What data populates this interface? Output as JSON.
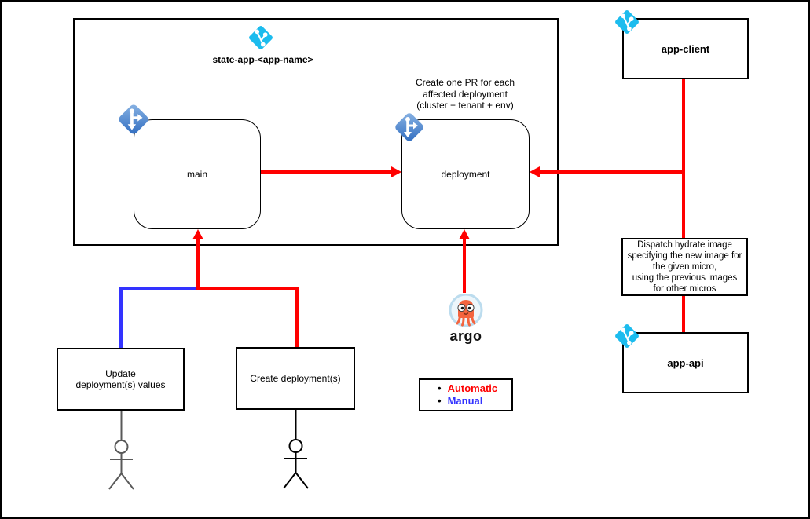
{
  "container_title": "state-app-<app-name>",
  "nodes": {
    "main": "main",
    "deployment": "deployment",
    "app_client": "app-client",
    "app_api": "app-api",
    "update_lines": [
      "Update",
      "deployment(s) values"
    ],
    "create": "Create deployment(s)"
  },
  "notes": {
    "pr_lines": [
      "Create one PR for each",
      "affected deployment",
      "(cluster + tenant + env)"
    ],
    "dispatch_lines": [
      "Dispatch hydrate image",
      "specifying the new image for",
      "the given micro,",
      "using the previous images",
      "for other micros"
    ]
  },
  "argo": {
    "label": "argo"
  },
  "legend": {
    "items": [
      {
        "label": "Automatic",
        "color": "#ff0000"
      },
      {
        "label": "Manual",
        "color": "#3333ff"
      }
    ]
  },
  "icons": {
    "cyan_repo_icon": "git-logo-icon",
    "blue_branch_icon": "git-branch-icon",
    "actor_icon": "stick-figure-actor",
    "argo_icon": "argo-octopus-logo"
  },
  "colors": {
    "automatic_flow": "#ff0000",
    "manual_flow": "#3333ff",
    "git_icon_cyan": "#1cbcee",
    "branch_icon_light": "#8ab4e4",
    "branch_icon_dark": "#2f6cc0"
  }
}
